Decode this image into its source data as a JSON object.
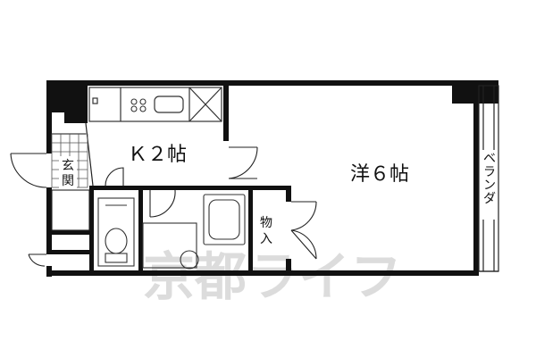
{
  "rooms": {
    "kitchen_label": "Ｋ２帖",
    "western_room_label": "洋６帖",
    "entrance_label": "玄関",
    "storage_label": "物入",
    "veranda_label": "ベランダ"
  },
  "watermark": {
    "text": "京都ライフ"
  },
  "colors": {
    "wall": "#111111",
    "line": "#222222",
    "fixture": "#333333",
    "watermark": "#d9d9d9"
  }
}
